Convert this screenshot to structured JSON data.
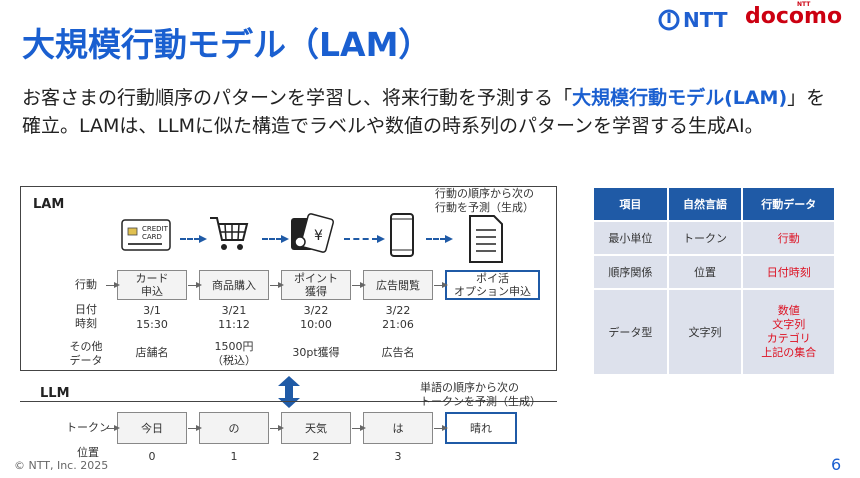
{
  "title": "大規模行動モデル（LAM）",
  "logos": {
    "ntt": "NTT",
    "docomo": "docomo",
    "docomo_small": "NTT"
  },
  "lead": {
    "part1": "お客さまの行動順序のパターンを学習し、将来行動を予測する「",
    "highlight": "大規模行動モデル(LAM)",
    "part2": "」を確立。LAMは、LLMに似た構造でラベルや数値の時系列のパターンを学習する生成AI。"
  },
  "lam": {
    "label": "LAM",
    "predict_note_line1": "行動の順序から次の",
    "predict_note_line2": "行動を予測（生成）",
    "card_text_line1": "CREDIT",
    "card_text_line2": "CARD",
    "yen_symbol": "¥",
    "rows": {
      "action": "行動",
      "datetime_line1": "日付",
      "datetime_line2": "時刻",
      "other_line1": "その他",
      "other_line2": "データ"
    },
    "steps": [
      {
        "action_line1": "カード",
        "action_line2": "申込",
        "date": "3/1",
        "time": "15:30",
        "other_line1": "店舗名",
        "other_line2": ""
      },
      {
        "action_line1": "商品購入",
        "action_line2": "",
        "date": "3/21",
        "time": "11:12",
        "other_line1": "1500円",
        "other_line2": "（税込）"
      },
      {
        "action_line1": "ポイント",
        "action_line2": "獲得",
        "date": "3/22",
        "time": "10:00",
        "other_line1": "30pt獲得",
        "other_line2": ""
      },
      {
        "action_line1": "広告閲覧",
        "action_line2": "",
        "date": "3/22",
        "time": "21:06",
        "other_line1": "広告名",
        "other_line2": ""
      }
    ],
    "predicted_line1": "ポイ活",
    "predicted_line2": "オプション申込"
  },
  "llm": {
    "label": "LLM",
    "predict_note_line1": "単語の順序から次の",
    "predict_note_line2": "トークンを予測（生成）",
    "rows": {
      "token": "トークン",
      "position": "位置"
    },
    "tokens": [
      "今日",
      "の",
      "天気",
      "は"
    ],
    "positions": [
      "0",
      "1",
      "2",
      "3"
    ],
    "predicted": "晴れ"
  },
  "table": {
    "headers": [
      "項目",
      "自然言語",
      "行動データ"
    ],
    "rows": [
      [
        "最小単位",
        "トークン",
        "行動"
      ],
      [
        "順序関係",
        "位置",
        "日付時刻"
      ],
      [
        "データ型",
        "文字列",
        "数値\n文字列\nカテゴリ\n上記の集合"
      ]
    ]
  },
  "footer": "© NTT, Inc. 2025",
  "page_number": "6",
  "colors": {
    "accent": "#1a5fd0",
    "header": "#1f5aa6",
    "cell": "#dde1ec",
    "highlight": "#dd1122"
  }
}
